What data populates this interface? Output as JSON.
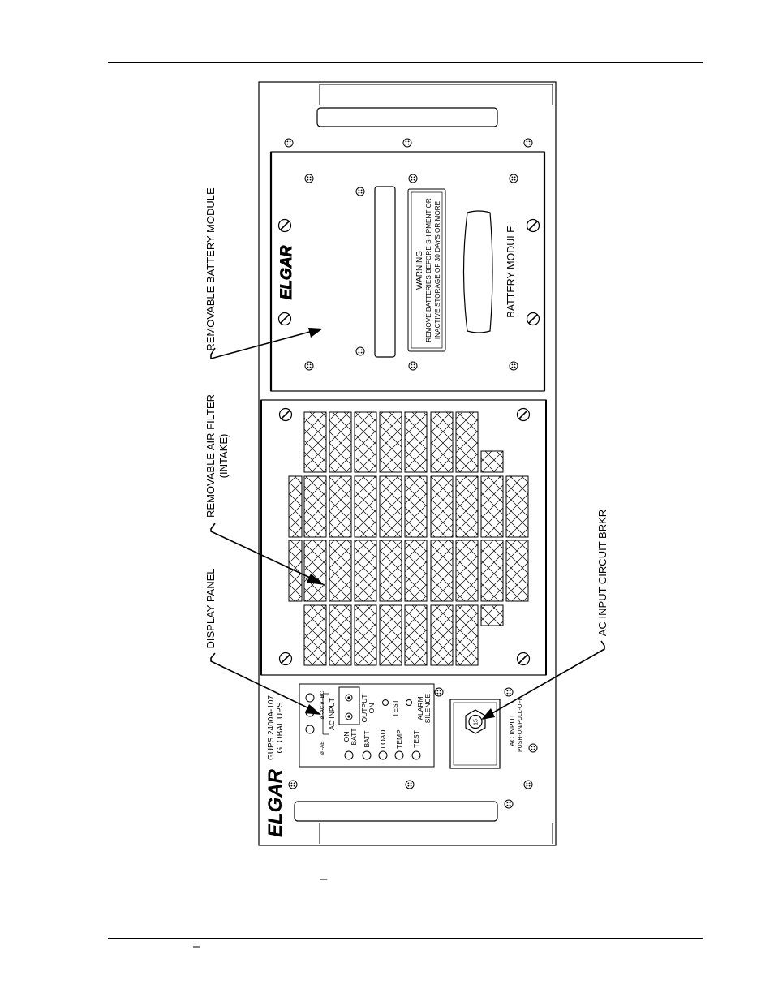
{
  "callouts": {
    "battery_module": "REMOVABLE BATTERY MODULE",
    "air_filter_line1": "REMOVABLE AIR FILTER",
    "air_filter_line2": "(INTAKE)",
    "display_panel": "DISPLAY PANEL",
    "circuit_breaker": "AC INPUT CIRCUIT BRKR"
  },
  "battery": {
    "logo": "ELGAR",
    "warning_title": "WARNING",
    "warning_line1": "REMOVE BATTERIES BEFORE SHIPMENT OR",
    "warning_line2": "INACTIVE STORAGE OF 30 DAYS OR MORE",
    "label": "BATTERY MODULE"
  },
  "display": {
    "model_line1": "GUPS 2400A-107",
    "model_line2": "GLOBAL UPS",
    "ac_input": "AC INPUT",
    "phase_ab": "ø -AB",
    "phase_ac": "ø -AC",
    "phase_bc": "ø -BC",
    "output_on_line1": "OUTPUT",
    "output_on_line2": "ON",
    "indicators": [
      {
        "line1": "ON",
        "line2": "BATT"
      },
      {
        "line1": "BATT",
        "line2": ""
      },
      {
        "line1": "LOAD",
        "line2": ""
      },
      {
        "line1": "TEMP",
        "line2": ""
      },
      {
        "line1": "TEST",
        "line2": ""
      }
    ],
    "test_button": "TEST",
    "alarm_line1": "ALARM",
    "alarm_line2": "SILENCE"
  },
  "breaker": {
    "label_line1": "AC INPUT",
    "label_line2": "PUSH-ON/PULL-OFF",
    "knob_text": "15"
  },
  "bottom_logo": "ELGAR",
  "footer": {
    "caption_mark": "–",
    "footer_mark": "–"
  }
}
